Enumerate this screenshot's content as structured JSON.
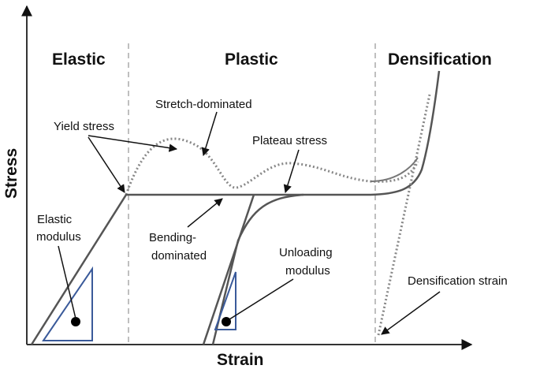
{
  "regions": {
    "elastic": "Elastic",
    "plastic": "Plastic",
    "densification": "Densification"
  },
  "axes": {
    "x": "Strain",
    "y": "Stress"
  },
  "annotations": {
    "yield_stress": "Yield stress",
    "stretch_dominated": "Stretch-dominated",
    "plateau_stress": "Plateau stress",
    "elastic_modulus_line1": "Elastic",
    "elastic_modulus_line2": "modulus",
    "bending_line1": "Bending-",
    "bending_line2": "dominated",
    "unloading_line1": "Unloading",
    "unloading_line2": "modulus",
    "densification_strain": "Densification strain"
  },
  "colors": {
    "curve": "#555555",
    "dotted_curve": "#888888",
    "triangle": "#3a5a9a",
    "divider": "#aaaaaa",
    "axis": "#333333"
  }
}
